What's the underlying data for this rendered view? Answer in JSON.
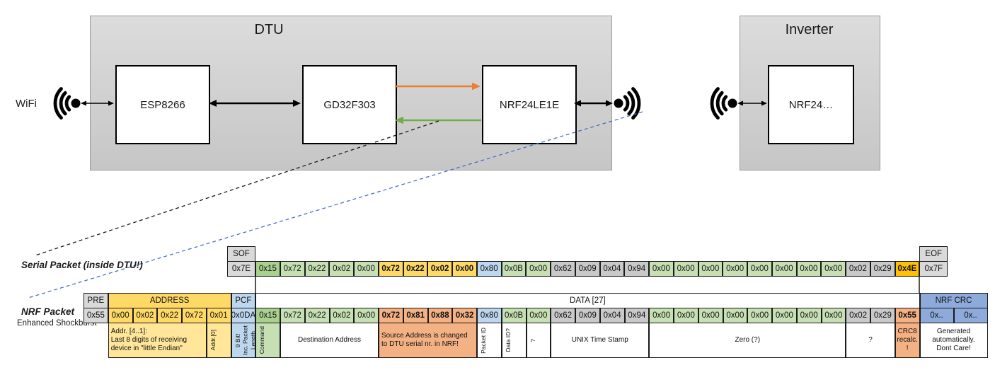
{
  "diagram": {
    "dtu_title": "DTU",
    "inverter_title": "Inverter",
    "wifi_label": "WiFi",
    "esp_label": "ESP8266",
    "gd_label": "GD32F303",
    "nrf_dtu_label": "NRF24LE1E",
    "nrf_inverter_label": "NRF24…"
  },
  "colors": {
    "gray": "#D9D9D9",
    "gry": "#C9C9C9",
    "gdk": "#A9D08E",
    "grn": "#C6E0B4",
    "gold": "#FFD966",
    "gldl": "#FFE699",
    "org": "#FFC000",
    "blu": "#BDD7EE",
    "bmd": "#8EAADB",
    "sal": "#F4B183",
    "wht": "#FFFFFF",
    "arrow_orange": "#ED7D31",
    "arrow_green": "#70AD47",
    "dash_blue": "#4472C4"
  },
  "serial": {
    "label": "Serial Packet (inside DTU!)",
    "header_cells": [
      {
        "t": "SOF",
        "c": "gray",
        "w": "cap"
      },
      {
        "sp": 1,
        "span": 27
      },
      {
        "t": "EOF",
        "c": "gray",
        "w": "cap"
      }
    ],
    "value_cells": [
      {
        "t": "0x7E",
        "c": "gray",
        "w": "cap"
      },
      {
        "t": "0x15",
        "c": "gdk"
      },
      {
        "t": "0x72",
        "c": "grn"
      },
      {
        "t": "0x22",
        "c": "grn"
      },
      {
        "t": "0x02",
        "c": "grn"
      },
      {
        "t": "0x00",
        "c": "grn"
      },
      {
        "t": "0x72",
        "c": "gold",
        "b": 1
      },
      {
        "t": "0x22",
        "c": "gold",
        "b": 1
      },
      {
        "t": "0x02",
        "c": "gold",
        "b": 1
      },
      {
        "t": "0x00",
        "c": "gold",
        "b": 1
      },
      {
        "t": "0x80",
        "c": "blu"
      },
      {
        "t": "0x0B",
        "c": "grn"
      },
      {
        "t": "0x00",
        "c": "grn"
      },
      {
        "t": "0x62",
        "c": "gry"
      },
      {
        "t": "0x09",
        "c": "gry"
      },
      {
        "t": "0x04",
        "c": "gry"
      },
      {
        "t": "0x94",
        "c": "gry"
      },
      {
        "t": "0x00",
        "c": "grn"
      },
      {
        "t": "0x00",
        "c": "grn"
      },
      {
        "t": "0x00",
        "c": "grn"
      },
      {
        "t": "0x00",
        "c": "grn"
      },
      {
        "t": "0x00",
        "c": "grn"
      },
      {
        "t": "0x00",
        "c": "grn"
      },
      {
        "t": "0x00",
        "c": "grn"
      },
      {
        "t": "0x00",
        "c": "grn"
      },
      {
        "t": "0x02",
        "c": "gry"
      },
      {
        "t": "0x29",
        "c": "gry"
      },
      {
        "t": "0x4E",
        "c": "org",
        "b": 1
      },
      {
        "t": "0x7F",
        "c": "gray",
        "w": "cap"
      }
    ]
  },
  "nrf": {
    "label": "NRF Packet",
    "sublabel": "Enhanced Shockburst",
    "header_cells": [
      {
        "t": "PRE",
        "c": "gray"
      },
      {
        "t": "ADDRESS",
        "c": "gold",
        "span": 5
      },
      {
        "t": "PCF",
        "c": "blu"
      },
      {
        "t": "DATA [27]",
        "c": "wht",
        "span": 27
      },
      {
        "t": "NRF CRC",
        "c": "bmd",
        "span": 2,
        "w": "wide"
      }
    ],
    "value_cells": [
      {
        "t": "0x55",
        "c": "gray"
      },
      {
        "t": "0x00",
        "c": "gold"
      },
      {
        "t": "0x02",
        "c": "gold"
      },
      {
        "t": "0x22",
        "c": "gold"
      },
      {
        "t": "0x72",
        "c": "gold"
      },
      {
        "t": "0x01",
        "c": "gold"
      },
      {
        "t": "0x0DA",
        "c": "blu"
      },
      {
        "t": "0x15",
        "c": "gdk"
      },
      {
        "t": "0x72",
        "c": "grn"
      },
      {
        "t": "0x22",
        "c": "grn"
      },
      {
        "t": "0x02",
        "c": "grn"
      },
      {
        "t": "0x00",
        "c": "grn"
      },
      {
        "t": "0x72",
        "c": "sal",
        "b": 1
      },
      {
        "t": "0x81",
        "c": "sal",
        "b": 1
      },
      {
        "t": "0x88",
        "c": "sal",
        "b": 1
      },
      {
        "t": "0x32",
        "c": "sal",
        "b": 1
      },
      {
        "t": "0x80",
        "c": "blu"
      },
      {
        "t": "0x0B",
        "c": "grn"
      },
      {
        "t": "0x00",
        "c": "grn"
      },
      {
        "t": "0x62",
        "c": "gry"
      },
      {
        "t": "0x09",
        "c": "gry"
      },
      {
        "t": "0x04",
        "c": "gry"
      },
      {
        "t": "0x94",
        "c": "gry"
      },
      {
        "t": "0x00",
        "c": "grn"
      },
      {
        "t": "0x00",
        "c": "grn"
      },
      {
        "t": "0x00",
        "c": "grn"
      },
      {
        "t": "0x00",
        "c": "grn"
      },
      {
        "t": "0x00",
        "c": "grn"
      },
      {
        "t": "0x00",
        "c": "grn"
      },
      {
        "t": "0x00",
        "c": "grn"
      },
      {
        "t": "0x00",
        "c": "grn"
      },
      {
        "t": "0x02",
        "c": "gry"
      },
      {
        "t": "0x29",
        "c": "gry"
      },
      {
        "t": "0x55",
        "c": "sal",
        "b": 1
      },
      {
        "t": "0x..",
        "c": "bmd",
        "w": "wide"
      },
      {
        "t": "0x..",
        "c": "bmd",
        "w": "wide"
      }
    ],
    "note_cells": [
      {
        "sp": 1
      },
      {
        "t": "Addr. [4..1]:\nLast 8 digits of receiving device in \"little Endian\"",
        "c": "gldl",
        "span": 4
      },
      {
        "t": "Addr.[0]",
        "c": "gldl",
        "v": 1
      },
      {
        "t": "9 Bit!\nInc. Packet\nLength",
        "c": "blu",
        "v": 1
      },
      {
        "t": "Command",
        "c": "grn",
        "v": 1
      },
      {
        "t": "Destination Address",
        "c": "wht",
        "span": 4,
        "ac": 1
      },
      {
        "t": "Source Address is changed to DTU serial nr. in NRF!",
        "c": "sal",
        "span": 4
      },
      {
        "t": "Packet ID",
        "c": "wht",
        "v": 1
      },
      {
        "t": "Data ID?",
        "c": "wht",
        "v": 1
      },
      {
        "t": "?",
        "c": "wht",
        "v": 1
      },
      {
        "t": "UNIX Time Stamp",
        "c": "wht",
        "span": 4,
        "ac": 1
      },
      {
        "t": "Zero (?)",
        "c": "wht",
        "span": 8,
        "ac": 1
      },
      {
        "t": "?",
        "c": "wht",
        "span": 2,
        "ac": 1
      },
      {
        "t": "CRC8 recalc. !",
        "c": "sal",
        "ac": 1
      },
      {
        "t": "Generated automatically.\nDont Care!",
        "c": "wht",
        "span": 2,
        "w": "wide",
        "ac": 1
      }
    ]
  }
}
